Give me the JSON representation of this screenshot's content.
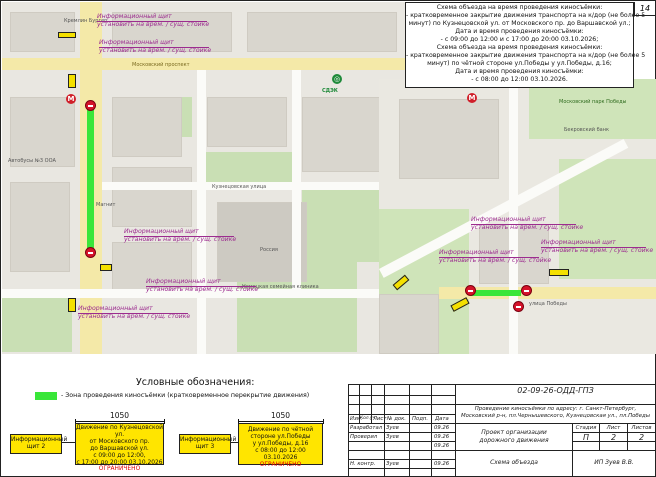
{
  "sheet_number": "14",
  "notice": {
    "lines": [
      "Схема объезда на время проведения киносъёмки:",
      "- кратковременное закрытие движения транспорта на к/дор (не более 5",
      "минут) по Кузнецовской ул. от Московского пр. до Варшавской ул.;",
      "Дата и время проведения киносъёмки:",
      "- с 09:00 до 12:00 и с 17:00 до 20:00 03.10.2026;",
      "Схема объезда на время проведения киносъёмки:",
      "- кратковременное закрытие движения транспорта на к/дор (не более 5",
      "минут) по чётной стороне ул.Победы у ул.Победы, д.16;",
      "Дата и время проведения киносъёмки:",
      "- с 08:00 до 12:00 03.10.2026."
    ]
  },
  "callouts": [
    {
      "l1": "Информационный щит",
      "l2": "установить на врем. / сущ. стойке"
    },
    {
      "l1": "Информационный щит",
      "l2": "установить на врем. / сущ. стойке"
    },
    {
      "l1": "Информационный щит",
      "l2": "установить на врем. / сущ. стойке"
    },
    {
      "l1": "Информационный щит",
      "l2": "установить на врем. / сущ. стойке"
    },
    {
      "l1": "Информационный щит",
      "l2": "установить на врем. / сущ. стойке"
    },
    {
      "l1": "Информационный щит",
      "l2": "установить на врем. / сущ. стойке"
    },
    {
      "l1": "Информационный щит",
      "l2": "установить на врем. / сущ. стойке"
    },
    {
      "l1": "Информационный щит",
      "l2": "установить на врем. / сущ. стойке"
    }
  ],
  "map_labels": {
    "burger": "Кремлин Бургер",
    "moskovsky": "Московский проспект",
    "kuznetsovskaya": "Кузнецовская улица",
    "bus": "Автобусы №3 ООА",
    "sdek": "СДЭК",
    "magnit": "Магнит",
    "russia": "Россия",
    "clinic": "Немецкая семейная клиника",
    "pobedy": "улица Победы",
    "park": "Московский парк Победы",
    "bank": "Бекровский банк"
  },
  "legend": {
    "title": "Условные обозначения:",
    "zone_text": "- Зона проведения киносъёмки (кратковременное перекрытие движения)",
    "zone_color": "#39e639",
    "dim1": "1050",
    "dim2": "1050",
    "info1": [
      "Информационный",
      "щит 2"
    ],
    "sign1": [
      "Движение по Кузнецовской ул.",
      "от Московского пр.",
      "до Варшавской ул.",
      "с 09:00 до 12:00,",
      "с 17:00 до 20:00 03.10.2026",
      "ОГРАНИЧЕНО"
    ],
    "info2": [
      "Информационный",
      "щит 3"
    ],
    "sign2": [
      "Движение по чётной",
      "стороне ул.Победы",
      "у ул.Победы, д.16",
      "с 08:00 до 12:00 03.10.2026",
      "ОГРАНИЧЕНО"
    ]
  },
  "stamp": {
    "code": "02-09-26-ОДД-ГПЗ",
    "description": [
      "Проведение киносъёмки по адресу: г. Санкт-Петербург,",
      "Московский р-н, пл.Чернышевского, Кузнецовская ул., пл.Победы"
    ],
    "headers": [
      "Изм.",
      "Кол.уч.",
      "Лист",
      "№ док.",
      "Подп.",
      "Дата"
    ],
    "rows": [
      {
        "role": "Разработал",
        "name": "Зуев",
        "date": "09.26"
      },
      {
        "role": "Проверил",
        "name": "Зуев",
        "date": "09.26"
      },
      {
        "role": "",
        "name": "",
        "date": "09.26"
      },
      {
        "role": "Н. контр.",
        "name": "Зуев",
        "date": "09.26"
      }
    ],
    "project": [
      "Проект организации",
      "дорожного движения"
    ],
    "sheet_title": "Схема объезда",
    "stage_header": "Стадия",
    "sheet_header": "Лист",
    "sheets_header": "Листов",
    "stage": "П",
    "sheet": "2",
    "sheets": "2",
    "org": "ИП Зуев В.В."
  }
}
